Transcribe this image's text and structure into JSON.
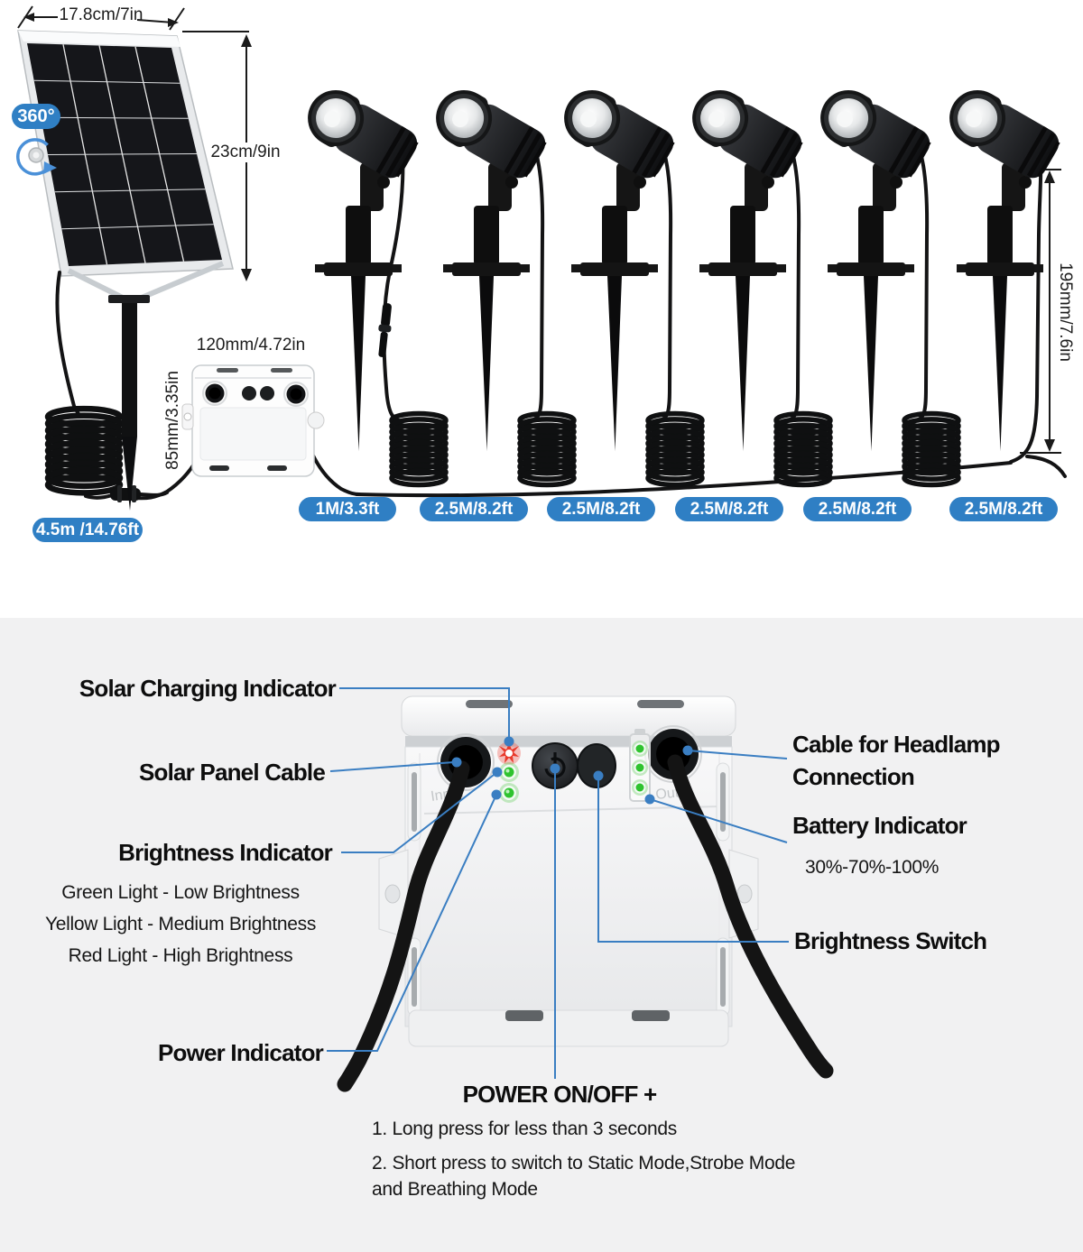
{
  "colors": {
    "accent": "#2f7fc4",
    "leader": "#3a7ec2",
    "section_bg": "#f1f1f2"
  },
  "top_diagram": {
    "panel_width": "17.8cm/7in",
    "panel_height": "23cm/9in",
    "rotation_badge": "360°",
    "controller_width": "120mm/4.72in",
    "controller_height": "85mm/3.35in",
    "spotlight_height": "195mm/7.6in",
    "solar_cable_length": "4.5m /14.76ft",
    "cable_lengths": [
      "1M/3.3ft",
      "2.5M/8.2ft",
      "2.5M/8.2ft",
      "2.5M/8.2ft",
      "2.5M/8.2ft",
      "2.5M/8.2ft"
    ]
  },
  "controller_detail": {
    "solar_charging_indicator": "Solar Charging Indicator",
    "solar_panel_cable": "Solar Panel Cable",
    "brightness_indicator": "Brightness Indicator",
    "brightness_legend": [
      "Green Light - Low Brightness",
      "Yellow Light - Medium Brightness",
      "Red Light - High Brightness"
    ],
    "power_indicator": "Power Indicator",
    "cable_headlamp_1": "Cable for Headlamp",
    "cable_headlamp_2": "Connection",
    "battery_indicator": "Battery Indicator",
    "battery_levels": "30%-70%-100%",
    "brightness_switch": "Brightness Switch",
    "power_title": "POWER ON/OFF +",
    "power_steps": [
      "1. Long press for less than 3 seconds",
      "2. Short press to switch to Static Mode,Strobe Mode",
      "and Breathing Mode"
    ],
    "port_input": "Input",
    "port_output": "Outp"
  }
}
